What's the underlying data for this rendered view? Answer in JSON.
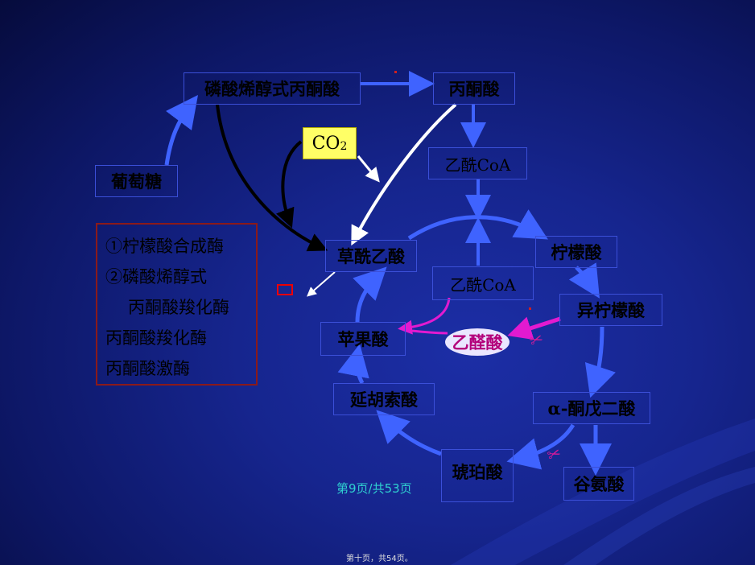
{
  "nodes": {
    "pep": "磷酸烯醇式丙酮酸",
    "pyruvate": "丙酮酸",
    "acetyl_coa_top": "乙酰CoA",
    "glucose": "葡萄糖",
    "oxaloacetate": "草酰乙酸",
    "citrate": "柠檬酸",
    "acetyl_coa_inner": "乙酰CoA",
    "isocitrate": "异柠檬酸",
    "malate": "苹果酸",
    "glyoxylate": "乙醛酸",
    "fumarate": "延胡索酸",
    "alpha_kg": "α-酮戊二酸",
    "succinate": "琥珀酸",
    "glutamate": "谷氨酸"
  },
  "co2": {
    "main": "CO",
    "sub": "2"
  },
  "enzymes": [
    "①柠檬酸合成酶",
    "②磷酸烯醇式",
    "丙酮酸羧化酶",
    "丙酮酸羧化酶",
    "丙酮酸激酶"
  ],
  "page_number": "第9页/共53页",
  "footer": "第十页，共54页。",
  "icons": {
    "scissors": "✂"
  },
  "colors": {
    "background": "#16258e",
    "node_border": "#3b4fd8",
    "arrow_blue": "#3f63ff",
    "co2_fill": "#ffff66",
    "enzyme_border": "#8b1a1a",
    "magenta": "#e21ad0",
    "page_number": "#2fd0d0"
  }
}
